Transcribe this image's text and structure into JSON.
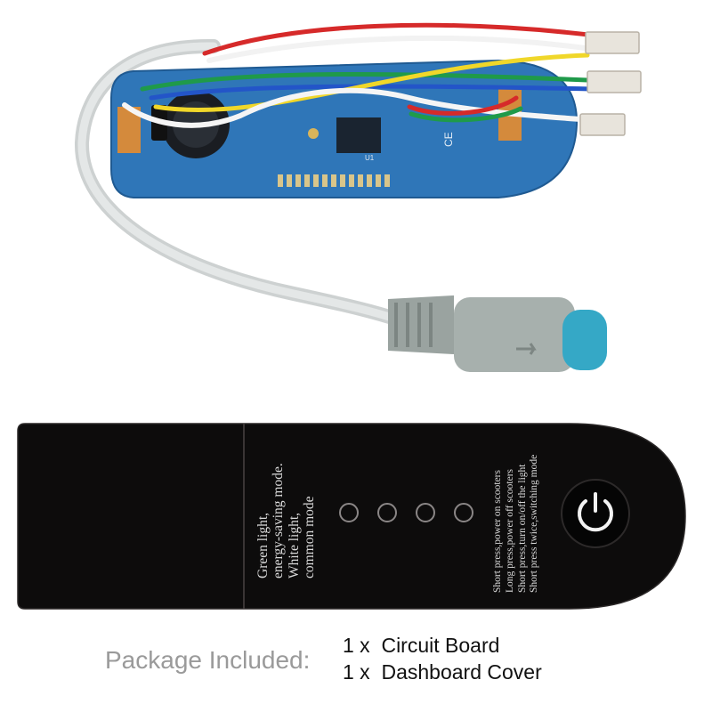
{
  "cover": {
    "mode_lines": [
      "Green light,",
      "energy-saving mode.",
      "White light,",
      "common mode"
    ],
    "press_lines": [
      "Short press,power on scooters",
      "Long press,power off scooters",
      "Short press,turn on/off the light",
      "Short press twice,switching mode"
    ]
  },
  "board": {
    "cert_text": "CE",
    "chip_text": "U1"
  },
  "package": {
    "label": "Package Included:",
    "items": [
      "1 x  Circuit Board",
      "1 x  Dashboard Cover"
    ]
  },
  "colors": {
    "pcb": "#2f76b8",
    "cover": "#0d0c0c",
    "cable": "#d8dcdc",
    "connector_tip": "#35a8c6"
  }
}
